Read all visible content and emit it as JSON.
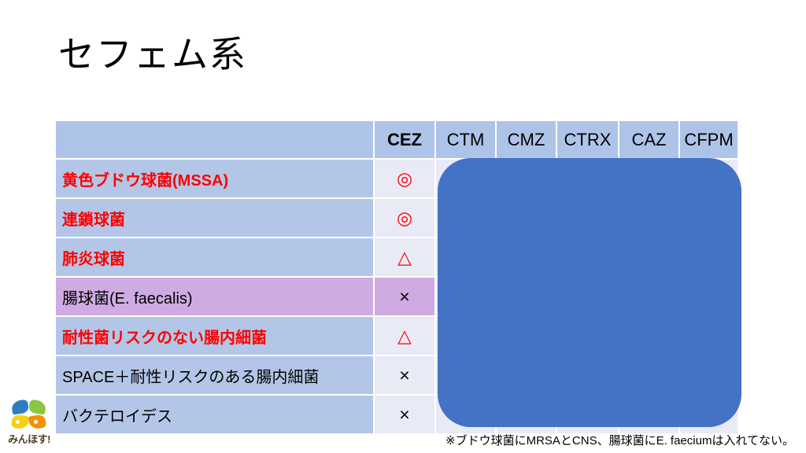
{
  "slide": {
    "title": "セフェム系",
    "footnote": "※ブドウ球菌にMRSAとCNS、腸球菌にE. faeciumは入れてない。"
  },
  "colors": {
    "header_bg": "#AEC3E8",
    "row_bg": "#B3C6E7",
    "highlight_row_bg": "#CFABE3",
    "value_cell_bg": "#E8EAF6",
    "cover_overlay": "#4472C4",
    "emphasis_text": "#FF0000",
    "normal_text": "#000000"
  },
  "table": {
    "corner_label": "",
    "columns": [
      {
        "key": "cez",
        "label": "CEZ",
        "bold": true
      },
      {
        "key": "ctm",
        "label": "CTM",
        "bold": false
      },
      {
        "key": "cmz",
        "label": "CMZ",
        "bold": false
      },
      {
        "key": "ctrx",
        "label": "CTRX",
        "bold": false
      },
      {
        "key": "caz",
        "label": "CAZ",
        "bold": false
      },
      {
        "key": "cfpm",
        "label": "CFPM",
        "bold": false
      }
    ],
    "rows": [
      {
        "label": "黄色ブドウ球菌(MSSA)",
        "emphasis": true,
        "highlight": false,
        "cez": "◎"
      },
      {
        "label": "連鎖球菌",
        "emphasis": true,
        "highlight": false,
        "cez": "◎"
      },
      {
        "label": "肺炎球菌",
        "emphasis": true,
        "highlight": false,
        "cez": "△"
      },
      {
        "label": "腸球菌(E. faecalis)",
        "emphasis": false,
        "highlight": true,
        "cez": "×"
      },
      {
        "label": "耐性菌リスクのない腸内細菌",
        "emphasis": true,
        "highlight": false,
        "cez": "△"
      },
      {
        "label": "SPACE＋耐性リスクのある腸内細菌",
        "emphasis": false,
        "highlight": false,
        "cez": "×"
      },
      {
        "label": "バクテロイデス",
        "emphasis": false,
        "highlight": false,
        "cez": "×"
      }
    ]
  },
  "cover": {
    "note": "blue-rounded-rectangle-covering-ctm-cmz-ctrx-caz-cfpm-columns"
  },
  "logo": {
    "text": "みんほす!",
    "petal_colors": {
      "top_left": "#2E7CC4",
      "top_right": "#8DC63F",
      "bottom_left": "#F5D10A",
      "bottom_right": "#F29100"
    }
  }
}
